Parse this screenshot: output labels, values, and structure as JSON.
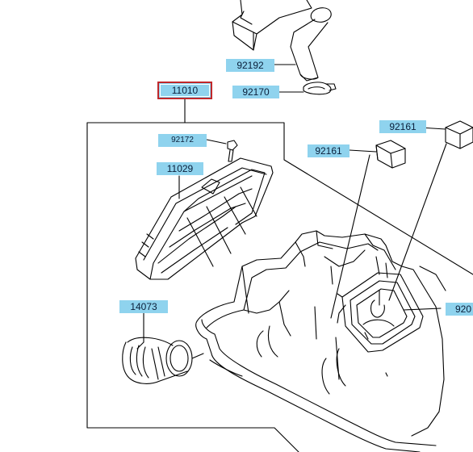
{
  "diagram": {
    "labels": {
      "p92192": "92192",
      "p92170": "92170",
      "p11010": "11010",
      "p92172": "92172",
      "p11029": "11029",
      "p92161a": "92161",
      "p92161b": "92161",
      "p14073": "14073",
      "p920": "920"
    },
    "colors": {
      "label_fill": "#8fd3ee",
      "highlight_border": "#c0282b",
      "line": "#000000"
    }
  }
}
